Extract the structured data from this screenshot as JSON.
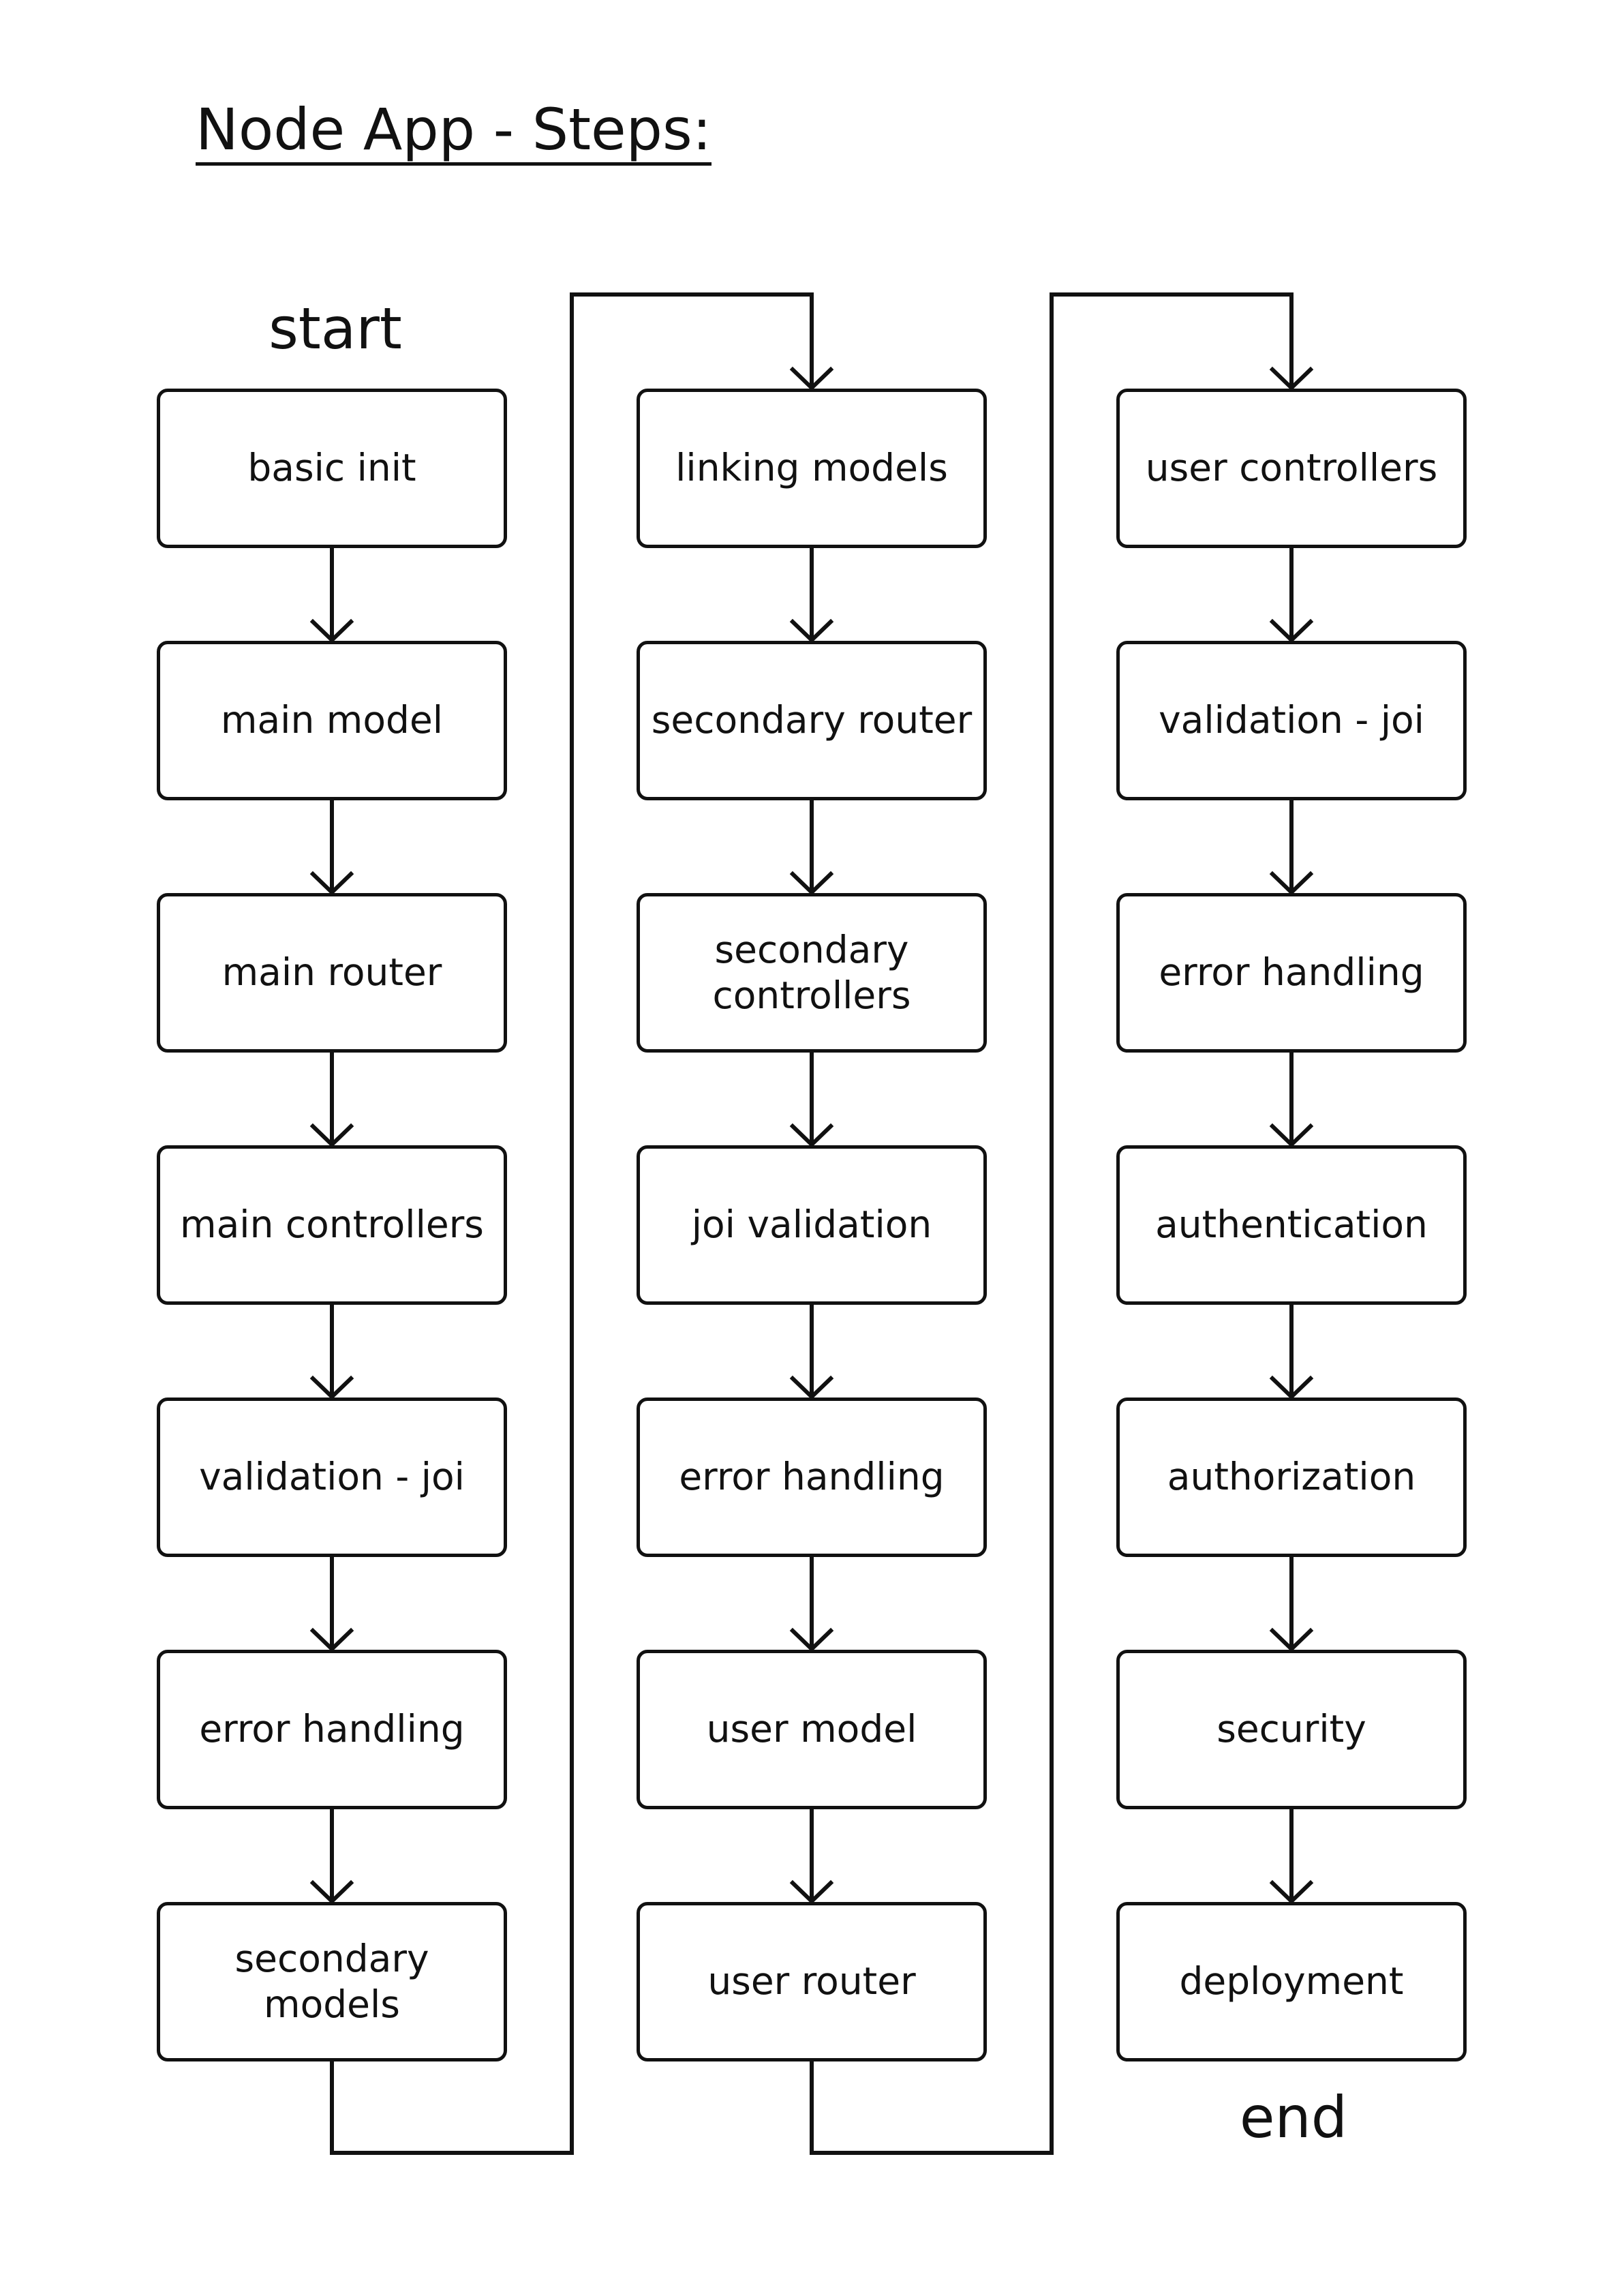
{
  "title": "Node App - Steps:",
  "start_label": "start",
  "end_label": "end",
  "columns": [
    {
      "steps": [
        "basic init",
        "main model",
        "main router",
        "main controllers",
        "validation - joi",
        "error handling",
        "secondary models"
      ]
    },
    {
      "steps": [
        "linking models",
        "secondary router",
        "secondary\ncontrollers",
        "joi validation",
        "error handling",
        "user model",
        "user router"
      ]
    },
    {
      "steps": [
        "user controllers",
        "validation - joi",
        "error handling",
        "authentication",
        "authorization",
        "security",
        "deployment"
      ]
    }
  ]
}
